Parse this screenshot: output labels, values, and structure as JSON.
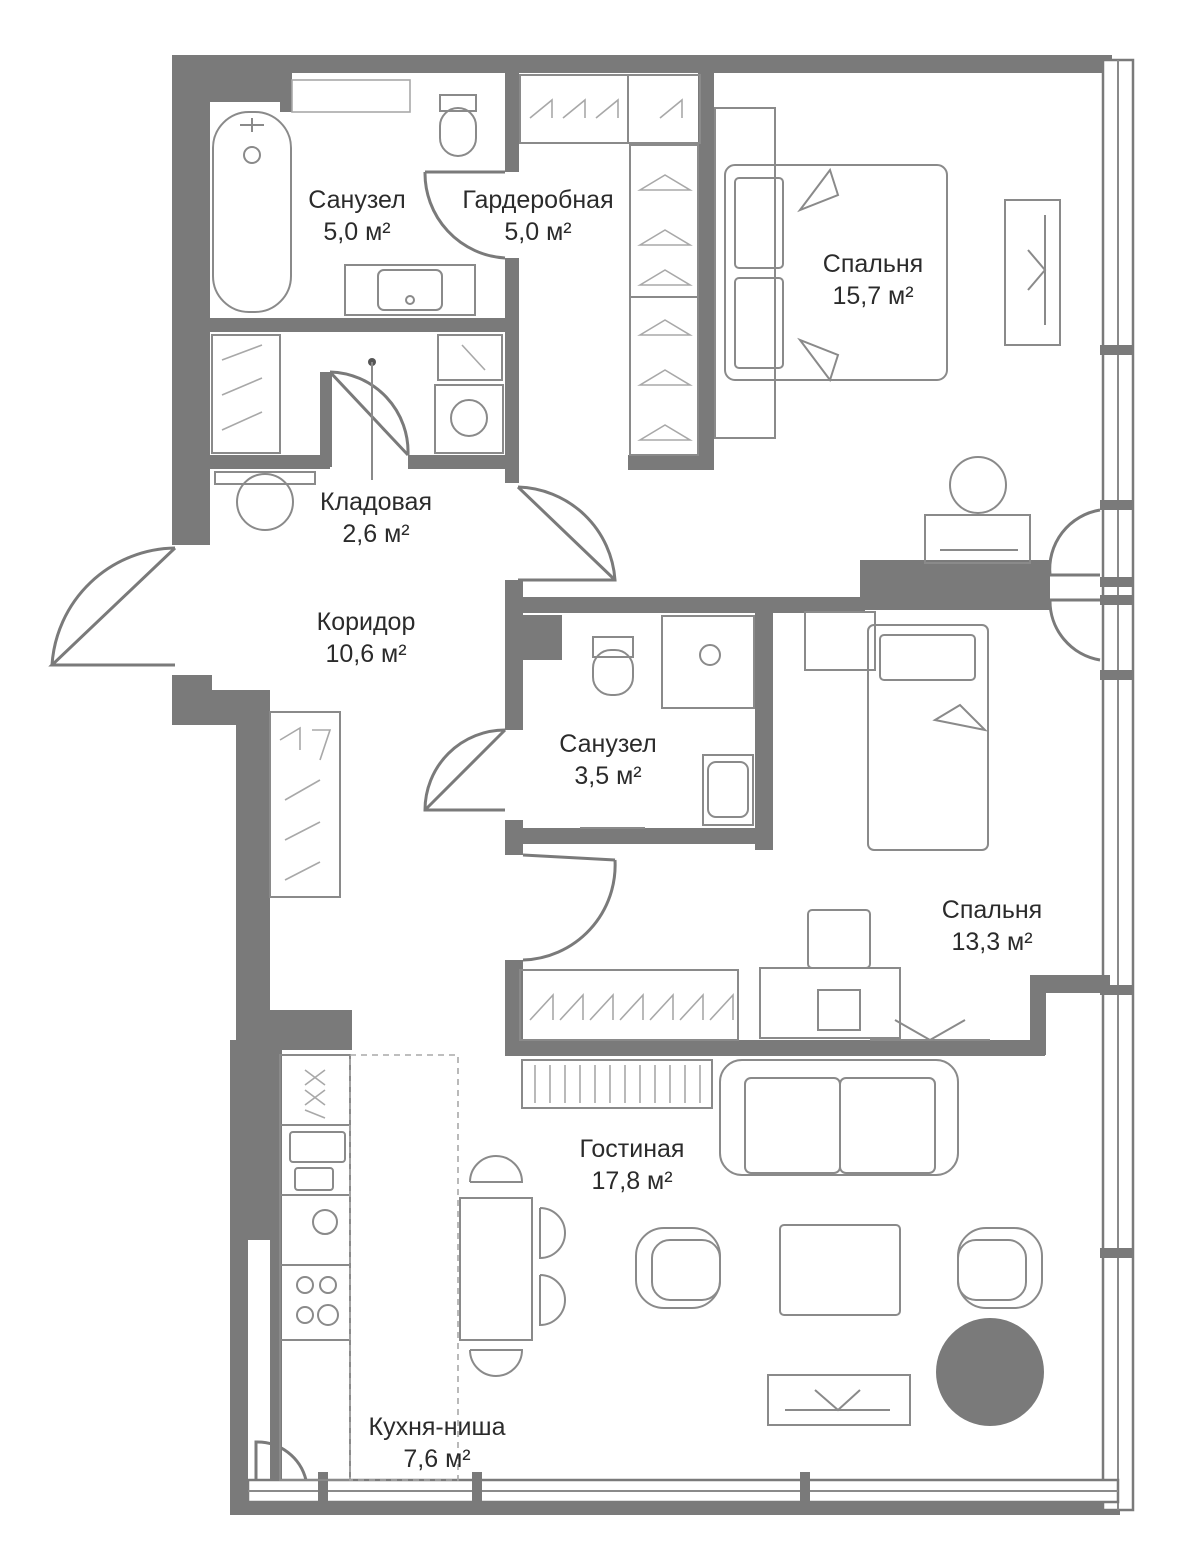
{
  "rooms": {
    "bath1": {
      "name": "Санузел",
      "area": "5,0 м²"
    },
    "wardrobe": {
      "name": "Гардеробная",
      "area": "5,0 м²"
    },
    "bedroom1": {
      "name": "Спальня",
      "area": "15,7 м²"
    },
    "storage": {
      "name": "Кладовая",
      "area": "2,6 м²"
    },
    "corridor": {
      "name": "Коридор",
      "area": "10,6 м²"
    },
    "bath2": {
      "name": "Санузел",
      "area": "3,5 м²"
    },
    "bedroom2": {
      "name": "Спальня",
      "area": "13,3 м²"
    },
    "living": {
      "name": "Гостиная",
      "area": "17,8 м²"
    },
    "kitchen": {
      "name": "Кухня-ниша",
      "area": "7,6 м²"
    }
  },
  "colors": {
    "wall": "#7a7a7a",
    "line": "#8a8a8a",
    "table": "#7a7a7a"
  }
}
